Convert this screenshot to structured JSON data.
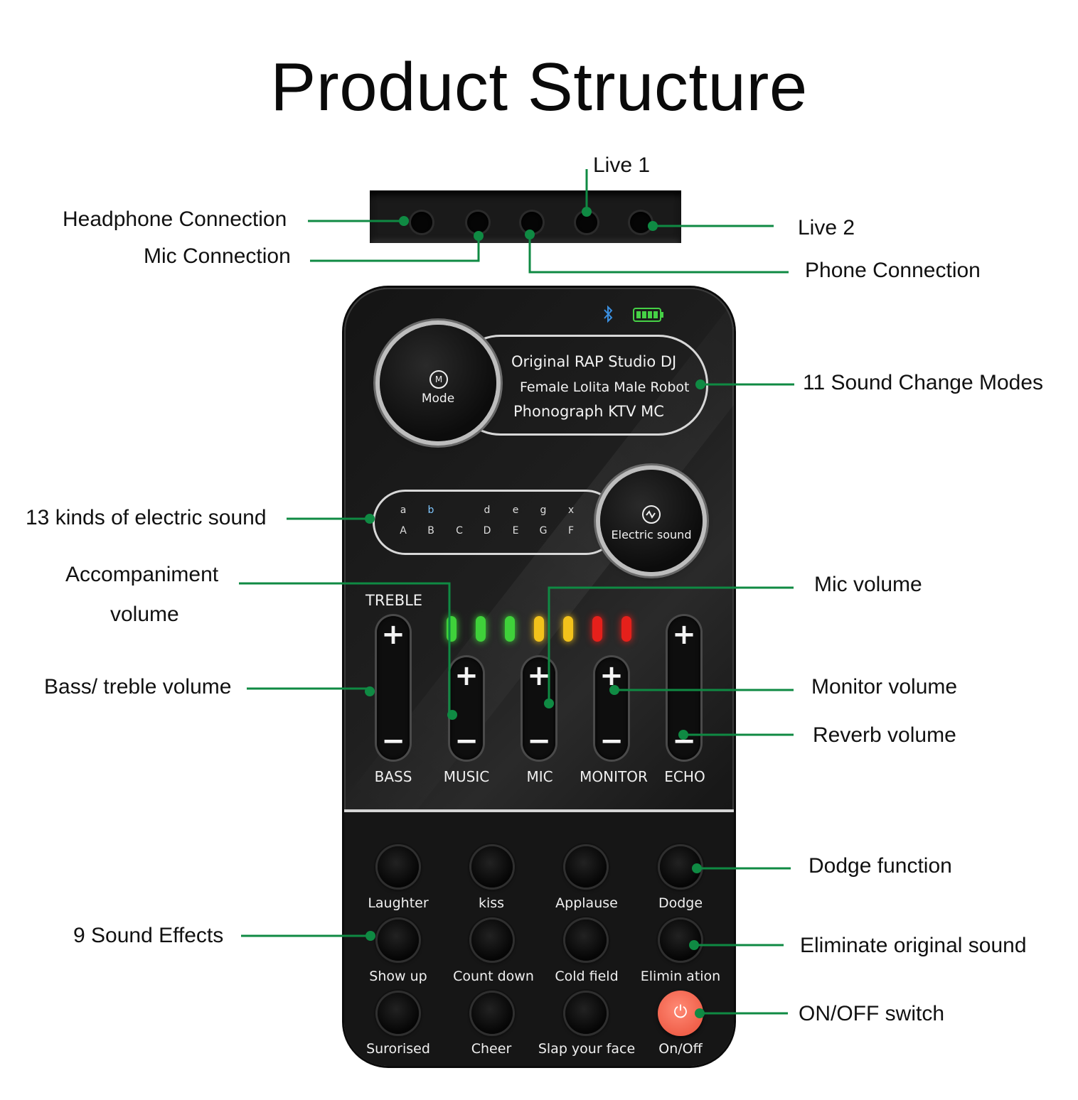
{
  "title": "Product Structure",
  "accent_color": "#0f8a43",
  "callouts": {
    "live1": "Live 1",
    "live2": "Live 2",
    "headphone": "Headphone Connection",
    "mic_connection": "Mic Connection",
    "phone_connection": "Phone Connection",
    "sound_change_modes": "11 Sound Change Modes",
    "electric_sound_kinds": "13 kinds of electric sound",
    "accompaniment_line1": "Accompaniment",
    "accompaniment_line2": "volume",
    "mic_volume": "Mic volume",
    "bass_treble": "Bass/ treble volume",
    "monitor_volume": "Monitor volume",
    "reverb_volume": "Reverb volume",
    "dodge_function": "Dodge function",
    "sound_effects": "9 Sound Effects",
    "eliminate": "Eliminate original sound",
    "onoff_switch": "ON/OFF switch"
  },
  "device": {
    "mode_button": "Mode",
    "mode_icon": "M",
    "modes": [
      "Original RAP Studio DJ",
      "Female Lolita Male Robot",
      "Phonograph KTV MC"
    ],
    "electric_button": "Electric sound",
    "electric_lower": [
      "a",
      "b",
      "d",
      "e",
      "g",
      "x"
    ],
    "electric_upper": [
      "A",
      "B",
      "C",
      "D",
      "E",
      "G",
      "F"
    ],
    "treble_label": "TREBLE",
    "sliders": [
      "BASS",
      "MUSIC",
      "MIC",
      "MONITOR",
      "ECHO"
    ],
    "plus": "+",
    "minus": "−",
    "level_led_colors": [
      "#3fd13a",
      "#3fd13a",
      "#3fd13a",
      "#f2c21b",
      "#f2c21b",
      "#e5201b",
      "#e5201b"
    ],
    "effect_buttons": [
      "Laughter",
      "kiss",
      "Applause",
      "Dodge",
      "Show up",
      "Count down",
      "Cold field",
      "Elimin ation",
      "Surorised",
      "Cheer",
      "Slap your face",
      "On/Off"
    ],
    "power_icon": "⏻",
    "bluetooth_icon": "bluetooth-icon",
    "battery_icon": "battery-icon"
  }
}
